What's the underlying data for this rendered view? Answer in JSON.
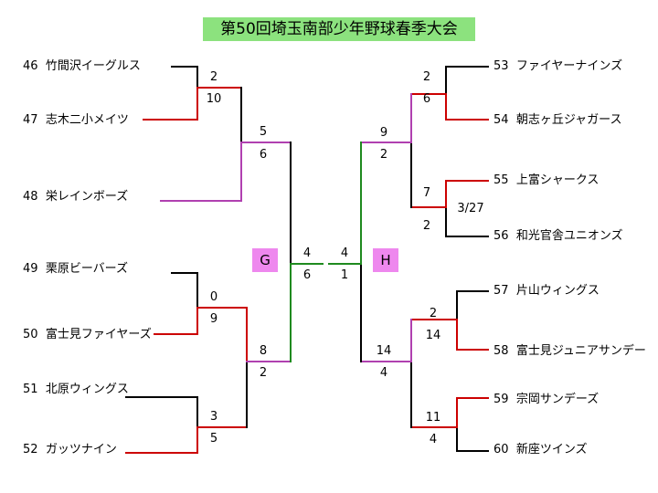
{
  "title": "第50回埼玉南部少年野球春季大会",
  "teams_left": [
    {
      "no": "46",
      "name": "竹間沢イーグルス"
    },
    {
      "no": "47",
      "name": "志木二小メイツ"
    },
    {
      "no": "48",
      "name": "栄レインボーズ"
    },
    {
      "no": "49",
      "name": "栗原ビーバーズ"
    },
    {
      "no": "50",
      "name": "富士見ファイヤーズ"
    },
    {
      "no": "51",
      "name": "北原ウィングス"
    },
    {
      "no": "52",
      "name": "ガッツナイン"
    }
  ],
  "teams_right": [
    {
      "no": "53",
      "name": "ファイヤーナインズ"
    },
    {
      "no": "54",
      "name": "朝志ヶ丘ジャガース"
    },
    {
      "no": "55",
      "name": "上富シャークス"
    },
    {
      "no": "56",
      "name": "和光官舎ユニオンズ"
    },
    {
      "no": "57",
      "name": "片山ウィングス"
    },
    {
      "no": "58",
      "name": "富士見ジュニアサンデー"
    },
    {
      "no": "59",
      "name": "宗岡サンデーズ"
    },
    {
      "no": "60",
      "name": "新座ツインズ"
    }
  ],
  "blocks": {
    "left": "G",
    "right": "H"
  },
  "scores": {
    "m46_47": [
      "2",
      "10"
    ],
    "m47_48": [
      "5",
      "6"
    ],
    "m49_50": [
      "0",
      "9"
    ],
    "m51_52": [
      "3",
      "5"
    ],
    "m50_52": [
      "8",
      "2"
    ],
    "g_final": [
      "4",
      "6"
    ],
    "m53_54": [
      "2",
      "6"
    ],
    "m55_56": [
      "7",
      "2"
    ],
    "m55_56_date": "3/27",
    "m54_55": [
      "9",
      "2"
    ],
    "m57_58": [
      "2",
      "14"
    ],
    "m59_60": [
      "11",
      "4"
    ],
    "m58_59": [
      "14",
      "4"
    ],
    "h_final": [
      "4",
      "1"
    ]
  },
  "colors": {
    "title_bg": "#8ce27e",
    "block_bg": "#ee88ee",
    "loser": "#000000",
    "r1": "#cc0000",
    "r2": "#b040b0",
    "r3": "#1f8a1f"
  }
}
